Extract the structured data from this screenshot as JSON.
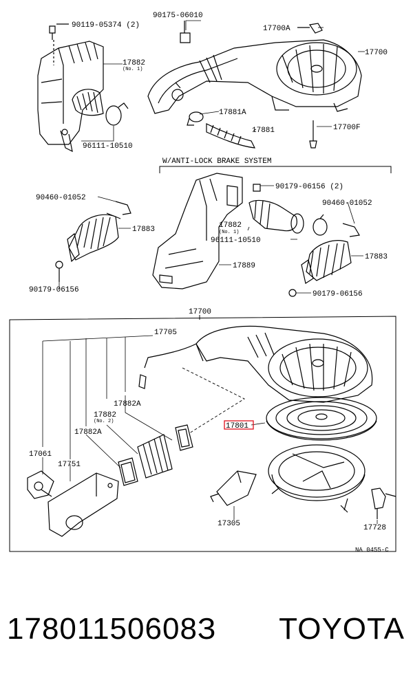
{
  "diagram": {
    "labels": {
      "p90119": "90119-05374 (2)",
      "p90175": "90175-06010",
      "p17700a": "17700A",
      "p17882_top": "17882",
      "p17882_top_sub": "(No. 1)",
      "p17700_top": "17700",
      "p17881a": "17881A",
      "p17881": "17881",
      "p96111_top": "96111-10510",
      "p17700f": "17700F",
      "section_title": "W/ANTI-LOCK BRAKE SYSTEM",
      "p90460_left": "90460-01052",
      "p90179_mid": "90179-06156 (2)",
      "p17883_left": "17883",
      "p17882_mid": "17882",
      "p17882_mid_sub": "(No. 1)",
      "p90460_right": "90460-01052",
      "p96111_mid": "96111-10510",
      "p17889": "17889",
      "p17883_right": "17883",
      "p90179_left": "90179-06156",
      "p90179_right": "90179-06156",
      "p17700_box": "17700",
      "p17705": "17705",
      "p17882a_upper": "17882A",
      "p17882_lower": "17882",
      "p17882_lower_sub": "(No. 2)",
      "p17882a_lower": "17882A",
      "p17801": "17801",
      "p17061": "17061",
      "p17751": "17751",
      "p17305": "17305",
      "p17728": "17728",
      "figure_code": "NA 0455-C"
    },
    "highlight_color": "#e0202a"
  },
  "caption": {
    "part_number": "17801150608З",
    "brand": "TOYOTA"
  }
}
